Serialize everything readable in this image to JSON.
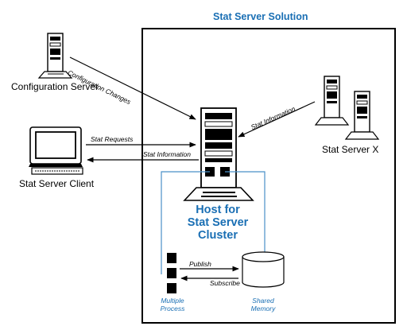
{
  "title": "Stat Server Solution",
  "nodes": {
    "config_server": "Configuration Server",
    "client": "Stat Server Client",
    "stat_server_x": "Stat Server X",
    "host": [
      "Host for",
      "Stat Server",
      "Cluster"
    ],
    "multiple_process": [
      "Multiple",
      "Process"
    ],
    "shared_memory": [
      "Shared",
      "Memory"
    ]
  },
  "edges": {
    "config_changes": "Configuration Changes",
    "stat_info_in": "Stat Information",
    "stat_requests": "Stat Requests",
    "stat_info_out": "Stat Information",
    "publish": "Publish",
    "subscribe": "Subscribe"
  },
  "colors": {
    "accent": "#1a6fb4",
    "line": "#000000",
    "blue_line": "#4a90c8"
  }
}
